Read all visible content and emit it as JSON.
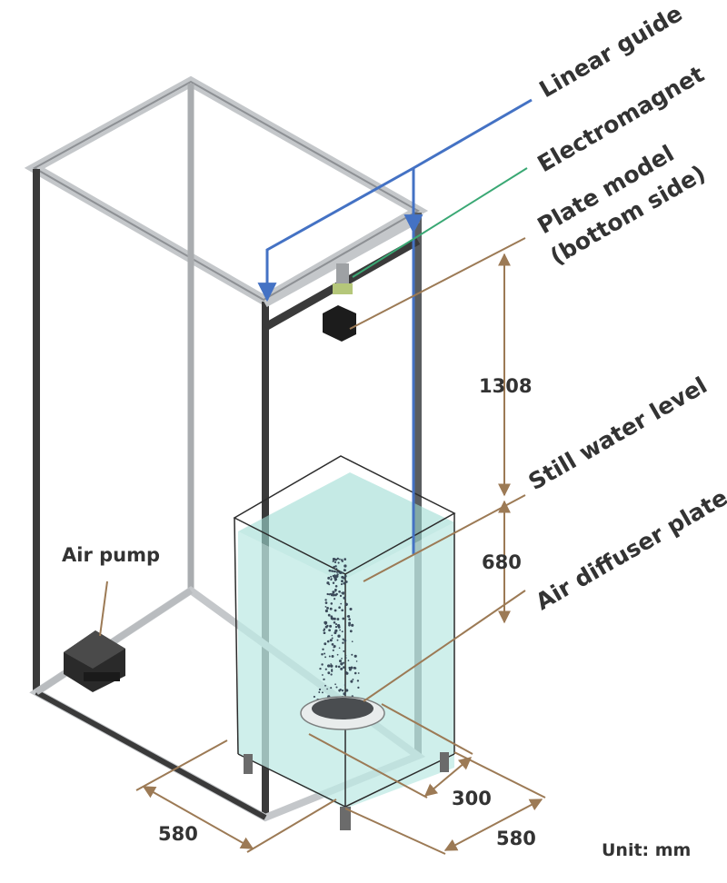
{
  "labels": {
    "linear_guide": "Linear guide",
    "electromagnet": "Electromagnet",
    "plate_model_line1": "Plate model",
    "plate_model_line2": "(bottom side)",
    "still_water": "Still water level",
    "air_diffuser": "Air diffuser plate",
    "air_pump": "Air pump"
  },
  "dimensions": {
    "height_drop": "1308",
    "water_depth": "680",
    "plate_width": "300",
    "tank_right": "580",
    "tank_left": "580"
  },
  "unit": "Unit: mm",
  "colors": {
    "frame": "#3a3a3a",
    "frame_light": "#b9bcbf",
    "blue_leader": "#4472c4",
    "green_leader": "#3aa874",
    "dim_brown": "#9c7a55",
    "water": "#bfe9e4",
    "text": "#333333"
  },
  "icons": [
    "air-pump-icon",
    "electromagnet-icon",
    "diffuser-plate-icon",
    "bubble-column-icon"
  ]
}
